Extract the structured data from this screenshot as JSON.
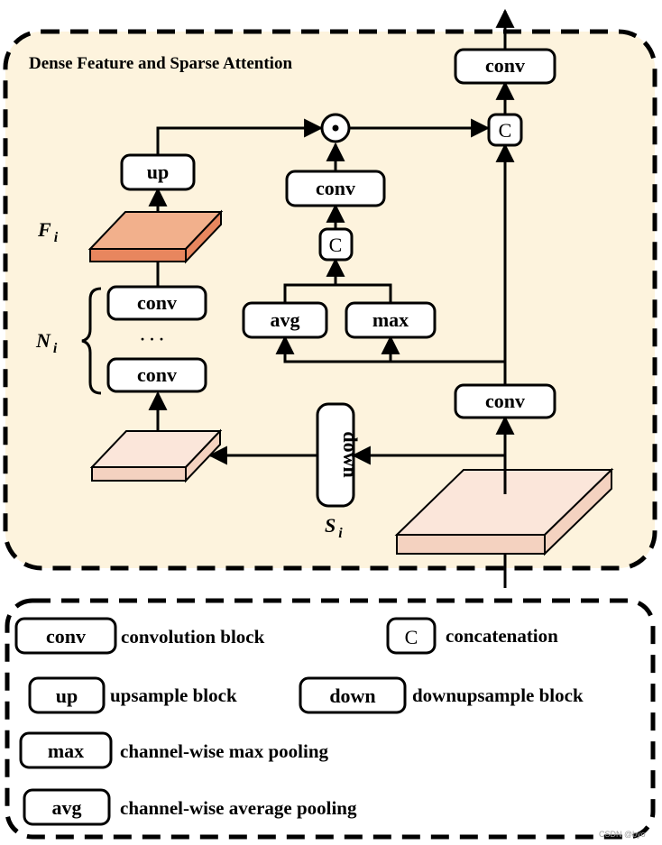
{
  "module": {
    "title": "Dense Feature and Sparse Attention",
    "blocks": {
      "conv_top": "conv",
      "concat_top": "C",
      "up": "up",
      "conv_mid": "conv",
      "concat_mid": "C",
      "avg": "avg",
      "max": "max",
      "conv_n1": "conv",
      "conv_n2": "conv",
      "ellipsis": "· · ·",
      "down": "down",
      "conv_right": "conv",
      "multiply": "⊙"
    },
    "labels": {
      "F": "F",
      "F_sub": "i",
      "N": "N",
      "N_sub": "i",
      "S": "S",
      "S_sub": "i"
    }
  },
  "legend": [
    {
      "symbol": "conv",
      "description": "convolution block"
    },
    {
      "symbol": "C",
      "description": "concatenation"
    },
    {
      "symbol": "up",
      "description": "upsample block"
    },
    {
      "symbol": "down",
      "description": "downupsample block"
    },
    {
      "symbol": "max",
      "description": "channel-wise max pooling"
    },
    {
      "symbol": "avg",
      "description": "channel-wise average pooling"
    }
  ],
  "watermark": "CSDN @byo",
  "colors": {
    "module_fill": "#fdf3dd",
    "feature_top": "#f2b08c",
    "feature_side": "#e8865e",
    "input_top": "#fbe6da",
    "input_side": "#f4d2c0",
    "stroke": "#000000"
  }
}
